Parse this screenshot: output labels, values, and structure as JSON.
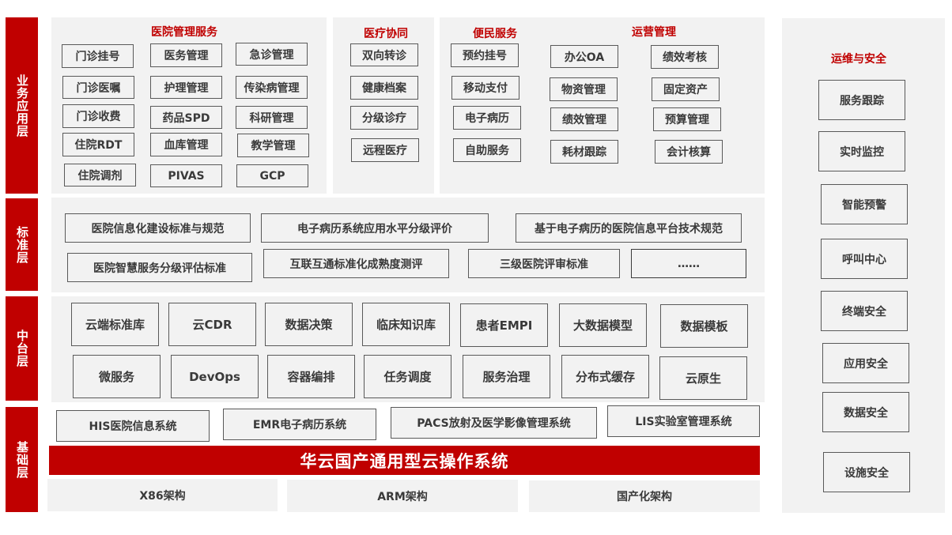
{
  "layers": [
    {
      "label": "业务应用层"
    },
    {
      "label": "标准层"
    },
    {
      "label": "中台层"
    },
    {
      "label": "基础层"
    }
  ],
  "business": {
    "hospital_mgmt": {
      "title": "医院管理服务",
      "items": [
        "门诊挂号",
        "医务管理",
        "急诊管理",
        "门诊医嘱",
        "护理管理",
        "传染病管理",
        "门诊收费",
        "药品SPD",
        "科研管理",
        "住院RDT",
        "血库管理",
        "教学管理",
        "住院调剂",
        "PIVAS",
        "GCP"
      ]
    },
    "medical_collab": {
      "title": "医疗协同",
      "items": [
        "双向转诊",
        "健康档案",
        "分级诊疗",
        "远程医疗"
      ]
    },
    "convenience": {
      "title": "便民服务",
      "items": [
        "预约挂号",
        "移动支付",
        "电子病历",
        "自助服务"
      ]
    },
    "operations": {
      "title": "运营管理",
      "items": [
        "办公OA",
        "绩效考核",
        "物资管理",
        "固定资产",
        "绩效管理",
        "预算管理",
        "耗材跟踪",
        "会计核算"
      ]
    }
  },
  "standards": {
    "items": [
      "医院信息化建设标准与规范",
      "电子病历系统应用水平分级评价",
      "基于电子病历的医院信息平台技术规范",
      "医院智慧服务分级评估标准",
      "互联互通标准化成熟度测评",
      "三级医院评审标准",
      "……"
    ]
  },
  "middle": {
    "items": [
      "云端标准库",
      "云CDR",
      "数据决策",
      "临床知识库",
      "患者EMPI",
      "大数据模型",
      "数据模板",
      "微服务",
      "DevOps",
      "容器编排",
      "任务调度",
      "服务治理",
      "分布式缓存",
      "云原生"
    ]
  },
  "foundation": {
    "systems": [
      "HIS医院信息系统",
      "EMR电子病历系统",
      "PACS放射及医学影像管理系统",
      "LIS实验室管理系统"
    ],
    "os_bar": "华云国产通用型云操作系统",
    "architectures": [
      "X86架构",
      "ARM架构",
      "国产化架构"
    ]
  },
  "ops_security": {
    "title": "运维与安全",
    "items": [
      "服务跟踪",
      "实时监控",
      "智能预警",
      "呼叫中心",
      "终端安全",
      "应用安全",
      "数据安全",
      "设施安全"
    ]
  },
  "colors": {
    "accent": "#c00000",
    "panel": "#f2f2f2",
    "border": "#595959",
    "text": "#3a3a3a"
  }
}
